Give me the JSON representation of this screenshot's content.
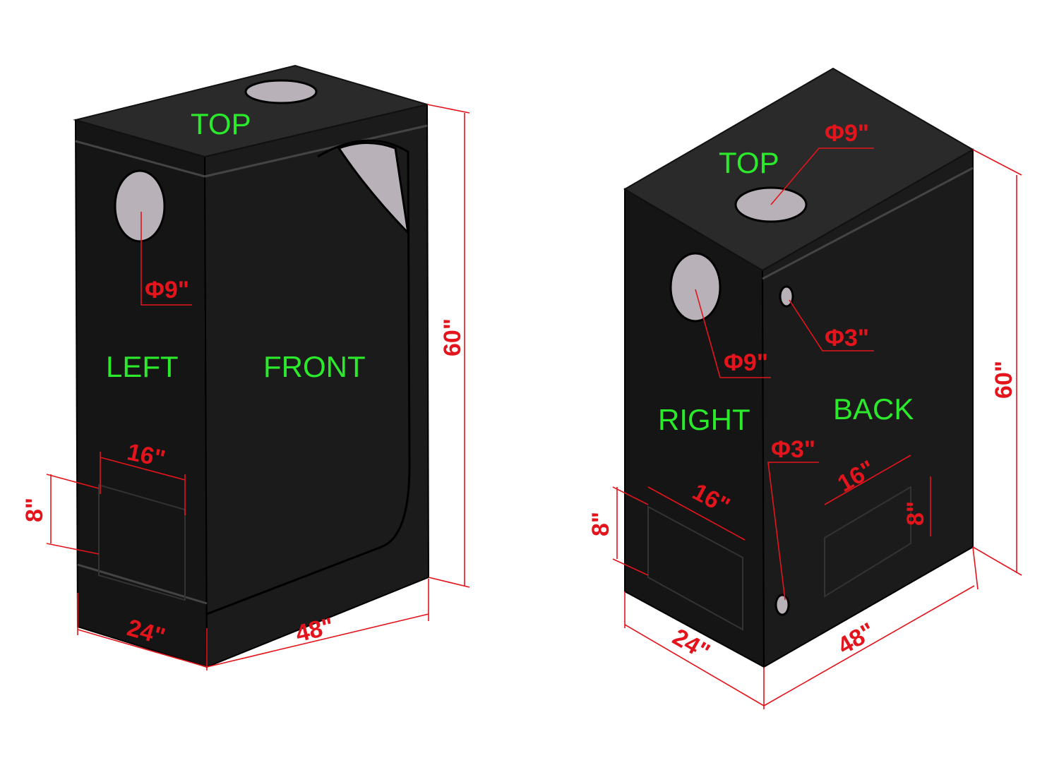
{
  "left_tent": {
    "faces": {
      "top": "TOP",
      "left": "LEFT",
      "front": "FRONT"
    },
    "dimensions": {
      "side_port": "Φ9\"",
      "vent_width": "16\"",
      "vent_height": "8\"",
      "height": "60\"",
      "depth": "24\"",
      "width": "48\""
    }
  },
  "right_tent": {
    "faces": {
      "top": "TOP",
      "right": "RIGHT",
      "back": "BACK"
    },
    "dimensions": {
      "top_port": "Φ9\"",
      "side_port": "Φ9\"",
      "small_port_upper": "Φ3\"",
      "small_port_lower": "Φ3\"",
      "right_vent_width": "16\"",
      "right_vent_height": "8\"",
      "back_vent_width": "16\"",
      "back_vent_height": "8\"",
      "height": "60\"",
      "depth": "24\"",
      "width": "48\""
    }
  },
  "colors": {
    "face_label": "#2bea2b",
    "dimension": "#e3141c",
    "tent": "#1b1b1b"
  }
}
